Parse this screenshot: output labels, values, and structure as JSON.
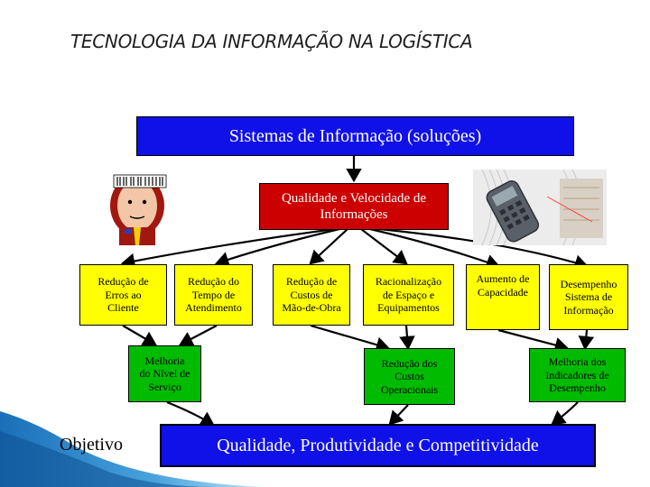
{
  "header": {
    "title": "TECNOLOGIA DA INFORMAÇÃO NA LOGÍSTICA"
  },
  "diagram": {
    "top_box": "Sistemas de Informação (soluções)",
    "middle_box_line1": "Qualidade e Velocidade de",
    "middle_box_line2": "Informações",
    "benefits": [
      {
        "lines": [
          "Redução de",
          "Erros ao",
          "Cliente"
        ]
      },
      {
        "lines": [
          "Redução do",
          "Tempo de",
          "Atendimento"
        ]
      },
      {
        "lines": [
          "Redução de",
          "Custos de",
          "Mão-de-Obra"
        ]
      },
      {
        "lines": [
          "Racionalização",
          "de Espaço e",
          "Equipamentos"
        ]
      },
      {
        "lines": [
          "Aumento de",
          "Capacidade"
        ]
      },
      {
        "lines": [
          "Desempenho",
          "Sistema de",
          "Informação"
        ]
      }
    ],
    "results": [
      {
        "lines": [
          "Melhoria",
          "do Nível de",
          "Serviço"
        ]
      },
      {
        "lines": [
          "Redução dos",
          "Custos",
          "Operacionais"
        ]
      },
      {
        "lines": [
          "Melhoria dos",
          "Indicadores de",
          "Desempenho"
        ]
      }
    ],
    "objective_label": "Objetivo",
    "objective_box": "Qualidade, Produtividade e Competitividade"
  },
  "colors": {
    "blue": "#1010e8",
    "red": "#cc0000",
    "yellow": "#ffff00",
    "green": "#00bb00"
  }
}
